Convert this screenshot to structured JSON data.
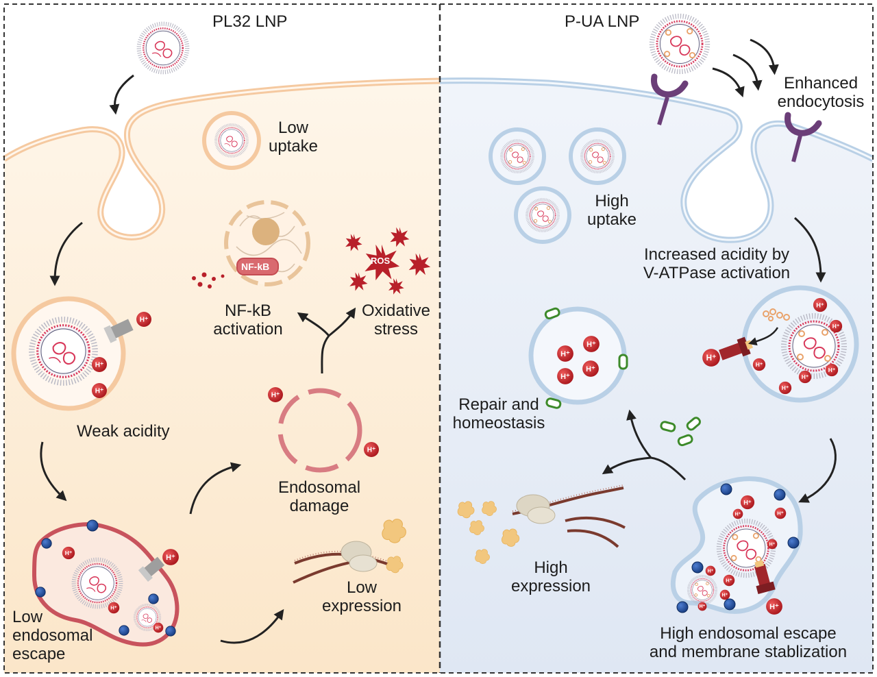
{
  "left_panel": {
    "title": "PL32 LNP",
    "low_uptake": [
      "Low",
      "uptake"
    ],
    "nfkb_badge": "NF-kB",
    "ros_badge": "ROS",
    "nfkb_activation": [
      "NF-kB",
      "activation"
    ],
    "oxidative_stress": [
      "Oxidative",
      "stress"
    ],
    "weak_acidity": "Weak acidity",
    "endosomal_damage": [
      "Endosomal",
      "damage"
    ],
    "low_endosomal_escape": [
      "Low",
      "endosomal",
      "escape"
    ],
    "low_expression": [
      "Low",
      "expression"
    ]
  },
  "right_panel": {
    "title": "P-UA LNP",
    "enhanced_endocytosis": [
      "Enhanced",
      "endocytosis"
    ],
    "high_uptake": [
      "High",
      "uptake"
    ],
    "increased_acidity": [
      "Increased acidity by",
      "V-ATPase activation"
    ],
    "repair_homeostasis": [
      "Repair and",
      "homeostasis"
    ],
    "high_expression": [
      "High",
      "expression"
    ],
    "high_endosomal_escape": [
      "High endosomal escape",
      "and membrane stablization"
    ]
  },
  "proton_label": "H⁺",
  "colors": {
    "left_bg": "#fdebd3",
    "right_bg": "#e6edf7",
    "left_membrane": "#f5c9a0",
    "right_membrane": "#b9d0e6",
    "proton": "#c8252b",
    "endosome_red": "#d06a72",
    "receptor": "#6b3e78",
    "blue_dot": "#1f4e9c",
    "green_repair": "#3d8a2a",
    "mrna": "#7a3a2e",
    "protein": "#f2c77e"
  }
}
